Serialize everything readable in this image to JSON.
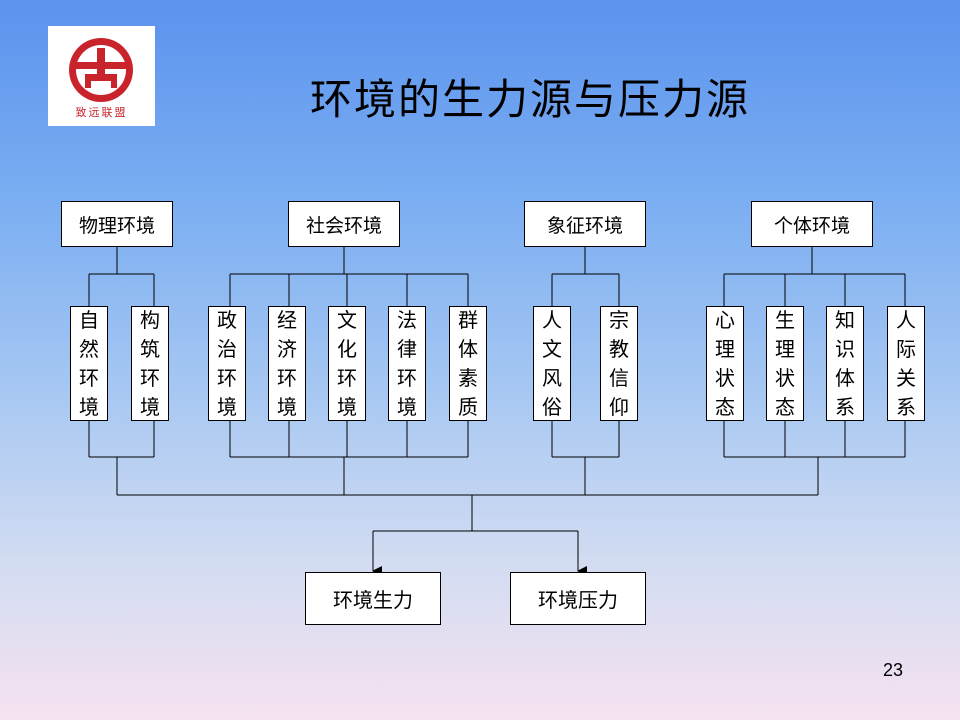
{
  "logo": {
    "text": "致远联盟",
    "color": "#c9242b"
  },
  "title": "环境的生力源与压力源",
  "categories": [
    {
      "label": "物理环境",
      "items": [
        "自然环境",
        "构筑环境"
      ]
    },
    {
      "label": "社会环境",
      "items": [
        "政治环境",
        "经济环境",
        "文化环境",
        "法律环境",
        "群体素质"
      ]
    },
    {
      "label": "象征环境",
      "items": [
        "人文风俗",
        "宗教信仰"
      ]
    },
    {
      "label": "个体环境",
      "items": [
        "心理状态",
        "生理状态",
        "知识体系",
        "人际关系"
      ]
    }
  ],
  "outputs": [
    "环境生力",
    "环境压力"
  ],
  "page_number": "23"
}
